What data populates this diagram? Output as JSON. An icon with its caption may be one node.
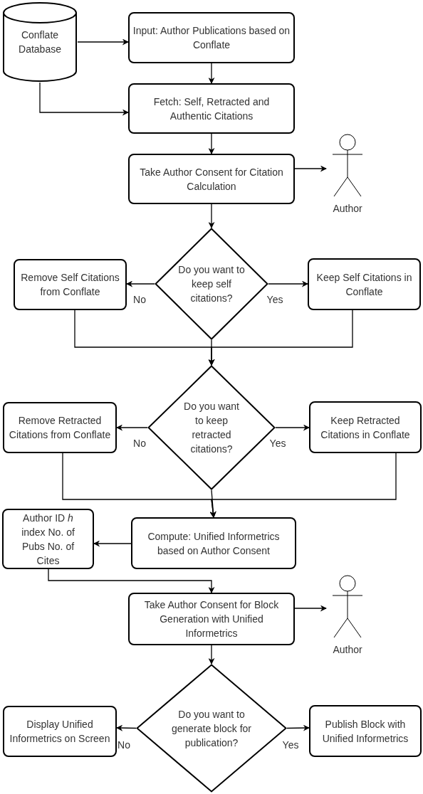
{
  "diagram": {
    "nodes": [
      {
        "text": [
          "Conflate Database"
        ]
      },
      {
        "text": [
          "Input: Author Publications based on Conflate"
        ]
      },
      {
        "text": [
          "Fetch: Self, Retracted and Authentic Citations"
        ]
      },
      {
        "text": [
          "Take Author Consent for Citation Calculation"
        ]
      },
      {
        "text": [
          "Author"
        ]
      },
      {
        "text": [
          "Do you want to keep self citations?"
        ]
      },
      {
        "text": [
          "Remove Self Citations from Conflate"
        ]
      },
      {
        "text": [
          "Keep Self Citations in Conflate"
        ]
      },
      {
        "text": [
          "Do you want to keep retracted citations?"
        ]
      },
      {
        "text": [
          "Remove Retracted Citations from Conflate"
        ]
      },
      {
        "text": [
          "Keep Retracted Citations in Conflate"
        ]
      },
      {
        "text": [
          "Author ID *h* index No. of Pubs No. of Cites"
        ]
      },
      {
        "text": [
          "Compute: Unified Informetrics based on Author Consent"
        ]
      },
      {
        "text": [
          "Take Author Consent for Block Generation with Unified Informetrics"
        ]
      },
      {
        "text": [
          "Author"
        ]
      },
      {
        "text": [
          "Do you want to generate block for publication?"
        ]
      },
      {
        "text": [
          "Display Unified Informetrics on Screen"
        ]
      },
      {
        "text": [
          "Publish Block with Unified Informetrics"
        ]
      }
    ],
    "edges": [
      {
        "from": 0,
        "to": 1,
        "arrow": "to"
      },
      {
        "from": 0,
        "to": 2,
        "arrow": "to"
      },
      {
        "from": 1,
        "to": 2,
        "arrow": "to"
      },
      {
        "from": 2,
        "to": 3,
        "arrow": "to"
      },
      {
        "from": 3,
        "to": 4,
        "arrow": "to"
      },
      {
        "from": 3,
        "to": 5,
        "arrow": "to"
      },
      {
        "from": 5,
        "to": 6,
        "label": "No",
        "arrow": "to"
      },
      {
        "from": 5,
        "to": 7,
        "label": "Yes",
        "arrow": "to"
      },
      {
        "from": 6,
        "to": 8,
        "arrow": "to"
      },
      {
        "from": 5,
        "to": 8,
        "arrow": "to"
      },
      {
        "from": 7,
        "to": 8,
        "arrow": "to"
      },
      {
        "from": 8,
        "to": 9,
        "label": "No",
        "arrow": "to"
      },
      {
        "from": 8,
        "to": 10,
        "label": "Yes",
        "arrow": "to"
      },
      {
        "from": 9,
        "to": 12,
        "arrow": "to"
      },
      {
        "from": 8,
        "to": 12,
        "arrow": "to"
      },
      {
        "from": 10,
        "to": 12,
        "arrow": "to"
      },
      {
        "from": 12,
        "to": 11,
        "arrow": "to"
      },
      {
        "from": 11,
        "to": 13,
        "arrow": "to"
      },
      {
        "from": 13,
        "to": 14,
        "arrow": "to"
      },
      {
        "from": 13,
        "to": 15,
        "arrow": "to"
      },
      {
        "from": 15,
        "to": 16,
        "label": "No",
        "arrow": "to"
      },
      {
        "from": 15,
        "to": 17,
        "label": "Yes",
        "arrow": "to"
      }
    ]
  }
}
